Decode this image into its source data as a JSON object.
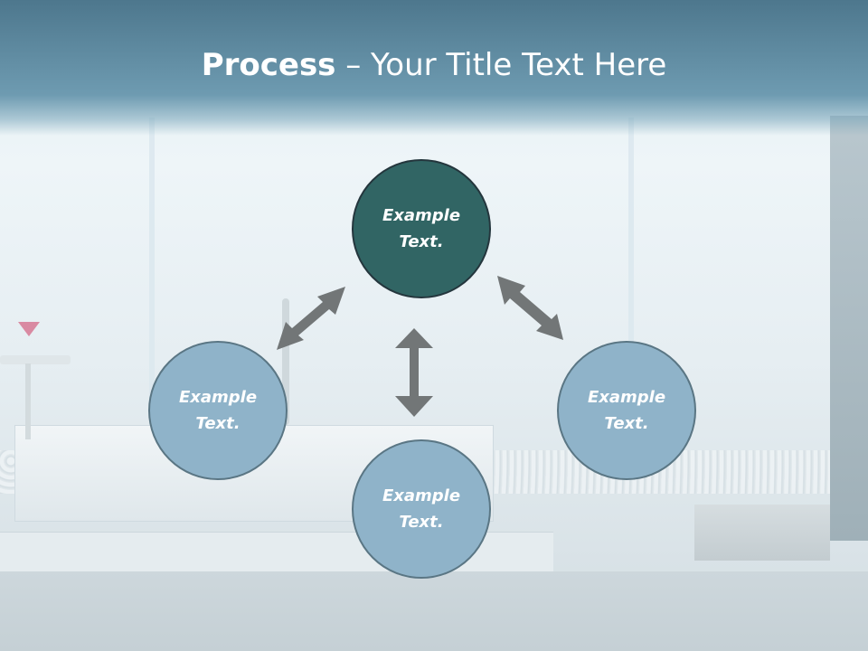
{
  "slide": {
    "title_bold": "Process",
    "title_rest": " – Your Title Text Here"
  },
  "nodes": {
    "center": "Example Text.",
    "left": "Example Text.",
    "right": "Example Text.",
    "bottom": "Example Text."
  },
  "colors": {
    "title_band": "#5e8aa1",
    "center_node": "#316564",
    "outer_node": "#8fb3c9",
    "arrow": "#727677"
  }
}
